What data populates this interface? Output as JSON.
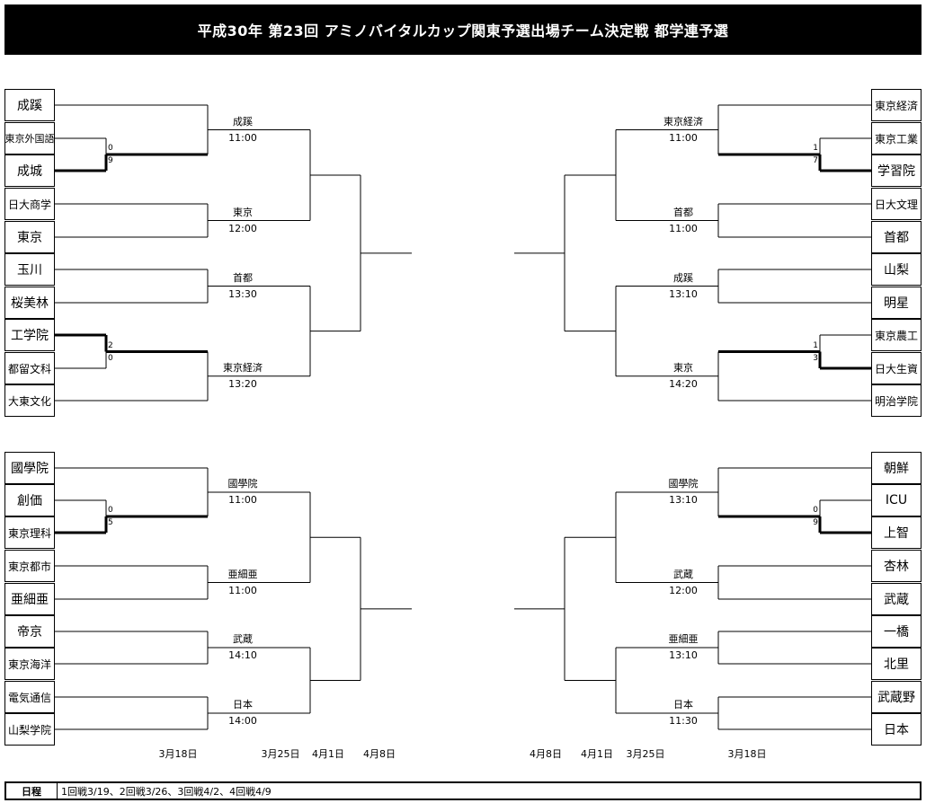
{
  "title": "平成30年 第23回 アミノバイタルカップ関東予選出場チーム決定戦 都学連予選",
  "schedule": {
    "label": "日程",
    "text": "1回戦3/19、2回戦3/26、3回戦4/2、4回戦4/9"
  },
  "date_headers_left": [
    "3月18日",
    "3月25日",
    "4月1日",
    "4月8日"
  ],
  "date_headers_right": [
    "4月8日",
    "4月1日",
    "3月25日",
    "3月18日"
  ],
  "quadrants": [
    {
      "id": "top-left",
      "teams": [
        "成蹊",
        "東京外国語",
        "成城",
        "日大商学",
        "東京",
        "玉川",
        "桜美林",
        "工学院",
        "都留文科",
        "大東文化"
      ],
      "first_round": [
        {
          "scores": [
            "0",
            "9"
          ],
          "winner": 1
        },
        {
          "scores": [
            "2",
            "0"
          ],
          "winner": 0
        }
      ],
      "second_round": [
        {
          "venue": "成蹊",
          "time": "11:00"
        },
        {
          "venue": "東京",
          "time": "12:00"
        },
        {
          "venue": "首都",
          "time": "13:30"
        },
        {
          "venue": "東京経済",
          "time": "13:20"
        }
      ]
    },
    {
      "id": "top-right",
      "teams": [
        "東京経済",
        "東京工業",
        "学習院",
        "日大文理",
        "首都",
        "山梨",
        "明星",
        "東京農工",
        "日大生資",
        "明治学院"
      ],
      "first_round": [
        {
          "scores": [
            "1",
            "7"
          ],
          "winner": 1
        },
        {
          "scores": [
            "1",
            "3"
          ],
          "winner": 1
        }
      ],
      "second_round": [
        {
          "venue": "東京経済",
          "time": "11:00"
        },
        {
          "venue": "首都",
          "time": "11:00"
        },
        {
          "venue": "成蹊",
          "time": "13:10"
        },
        {
          "venue": "東京",
          "time": "14:20"
        }
      ]
    },
    {
      "id": "bottom-left",
      "teams": [
        "國學院",
        "創価",
        "東京理科",
        "東京都市",
        "亜細亜",
        "帝京",
        "東京海洋",
        "電気通信",
        "山梨学院"
      ],
      "first_round": [
        {
          "scores": [
            "0",
            "5"
          ],
          "winner": 1
        }
      ],
      "second_round": [
        {
          "venue": "國學院",
          "time": "11:00"
        },
        {
          "venue": "亜細亜",
          "time": "11:00"
        },
        {
          "venue": "武蔵",
          "time": "14:10"
        },
        {
          "venue": "日本",
          "time": "14:00"
        }
      ]
    },
    {
      "id": "bottom-right",
      "teams": [
        "朝鮮",
        "ICU",
        "上智",
        "杏林",
        "武蔵",
        "一橋",
        "北里",
        "武蔵野",
        "日本"
      ],
      "first_round": [
        {
          "scores": [
            "0",
            "9"
          ],
          "winner": 1
        }
      ],
      "second_round": [
        {
          "venue": "國學院",
          "time": "13:10"
        },
        {
          "venue": "武蔵",
          "time": "12:00"
        },
        {
          "venue": "亜細亜",
          "time": "13:10"
        },
        {
          "venue": "日本",
          "time": "11:30"
        }
      ]
    }
  ]
}
